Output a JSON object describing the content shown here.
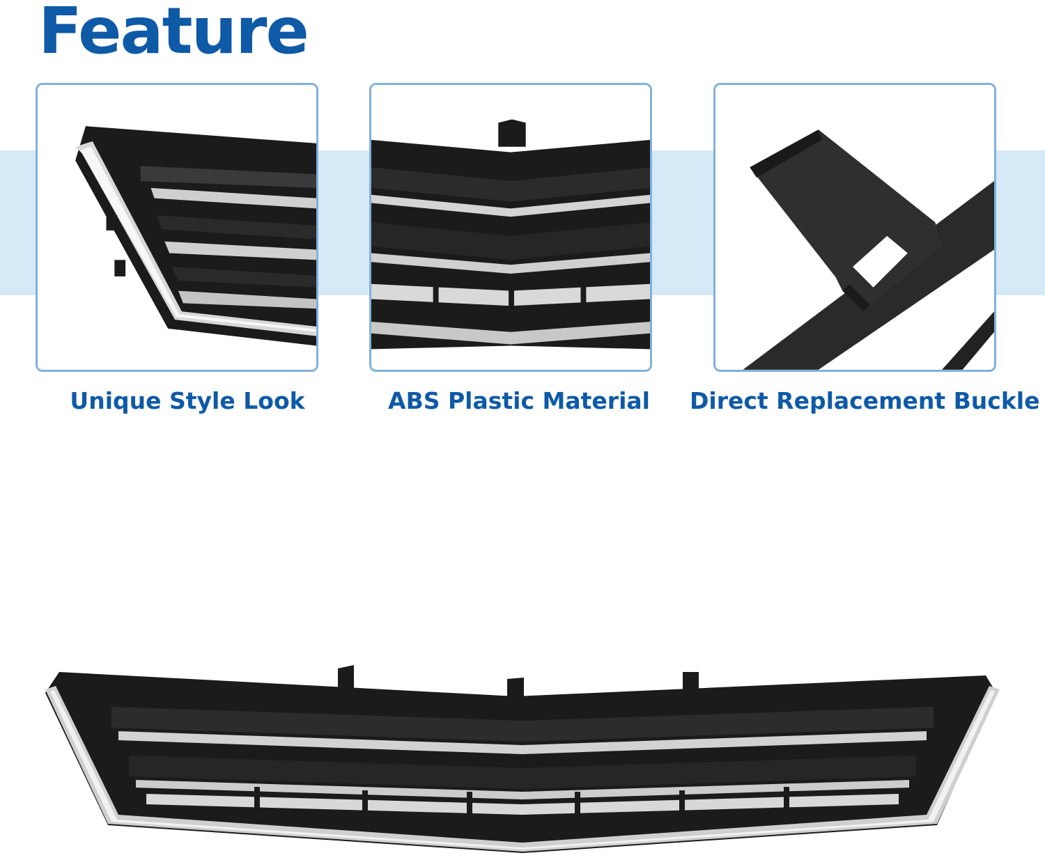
{
  "title": "Feature",
  "features": [
    {
      "caption": "Unique Style Look"
    },
    {
      "caption": "ABS Plastic Material"
    },
    {
      "caption": "Direct Replacement Buckle"
    }
  ],
  "colors": {
    "brand_blue": "#0e5aa7",
    "band_blue": "#d6e9f7",
    "card_border": "#7fb1dc",
    "grille_black": "#1b1b1b",
    "chrome": "#c9c9c9"
  }
}
